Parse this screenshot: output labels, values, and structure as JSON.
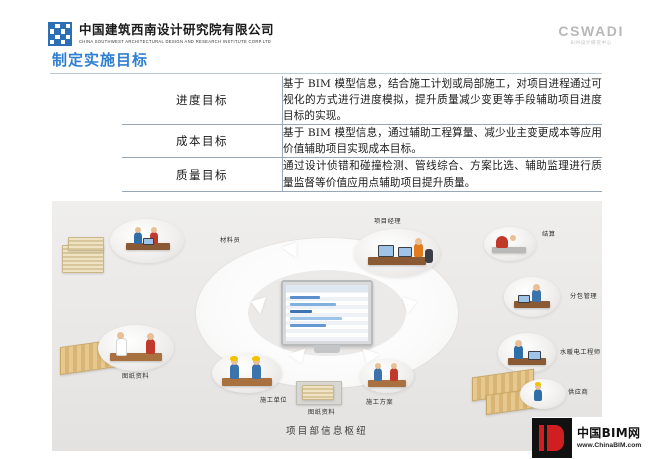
{
  "header": {
    "company_cn": "中国建筑西南设计研究院有限公司",
    "company_en": "CHINA SOUTHWEST ARCHITECTURAL DESIGN AND RESEARCH INSTITUTE CORP.LTD",
    "brand_right": "CSWADI",
    "brand_right_sub": "BIM设计研究中心"
  },
  "title": "制定实施目标",
  "table": {
    "rows": [
      {
        "label": "进度目标",
        "text": "基于 BIM 模型信息，结合施工计划或局部施工，对项目进程通过可视化的方式进行进度模拟，提升质量减少变更等手段辅助项目进度目标的实现。"
      },
      {
        "label": "成本目标",
        "text": "基于 BIM 模型信息，通过辅助工程算量、减少业主变更成本等应用价值辅助项目实现成本目标。"
      },
      {
        "label": "质量目标",
        "text": "通过设计侦错和碰撞检测、管线综合、方案比选、辅助监理进行质量监督等价值应用点辅助项目提升质量。"
      }
    ]
  },
  "diagram": {
    "caption": "项目部信息枢纽",
    "nodes": [
      {
        "label": "材料员"
      },
      {
        "label": "项目经理"
      },
      {
        "label": "结算"
      },
      {
        "label": "分包管理"
      },
      {
        "label": "水暖电工程师"
      },
      {
        "label": "供应商"
      },
      {
        "label": "施工方案"
      },
      {
        "label": "施工单位"
      },
      {
        "label": "图纸资料"
      },
      {
        "label": "图纸资料"
      }
    ]
  },
  "watermark": {
    "name": "中国BIM网",
    "url": "www.ChinaBIM.com"
  },
  "colors": {
    "title_blue": "#2f7fd0",
    "logo_blue": "#2d6fb4",
    "watermark_red": "#cf1f20",
    "table_rule": "#9aa7b4"
  }
}
